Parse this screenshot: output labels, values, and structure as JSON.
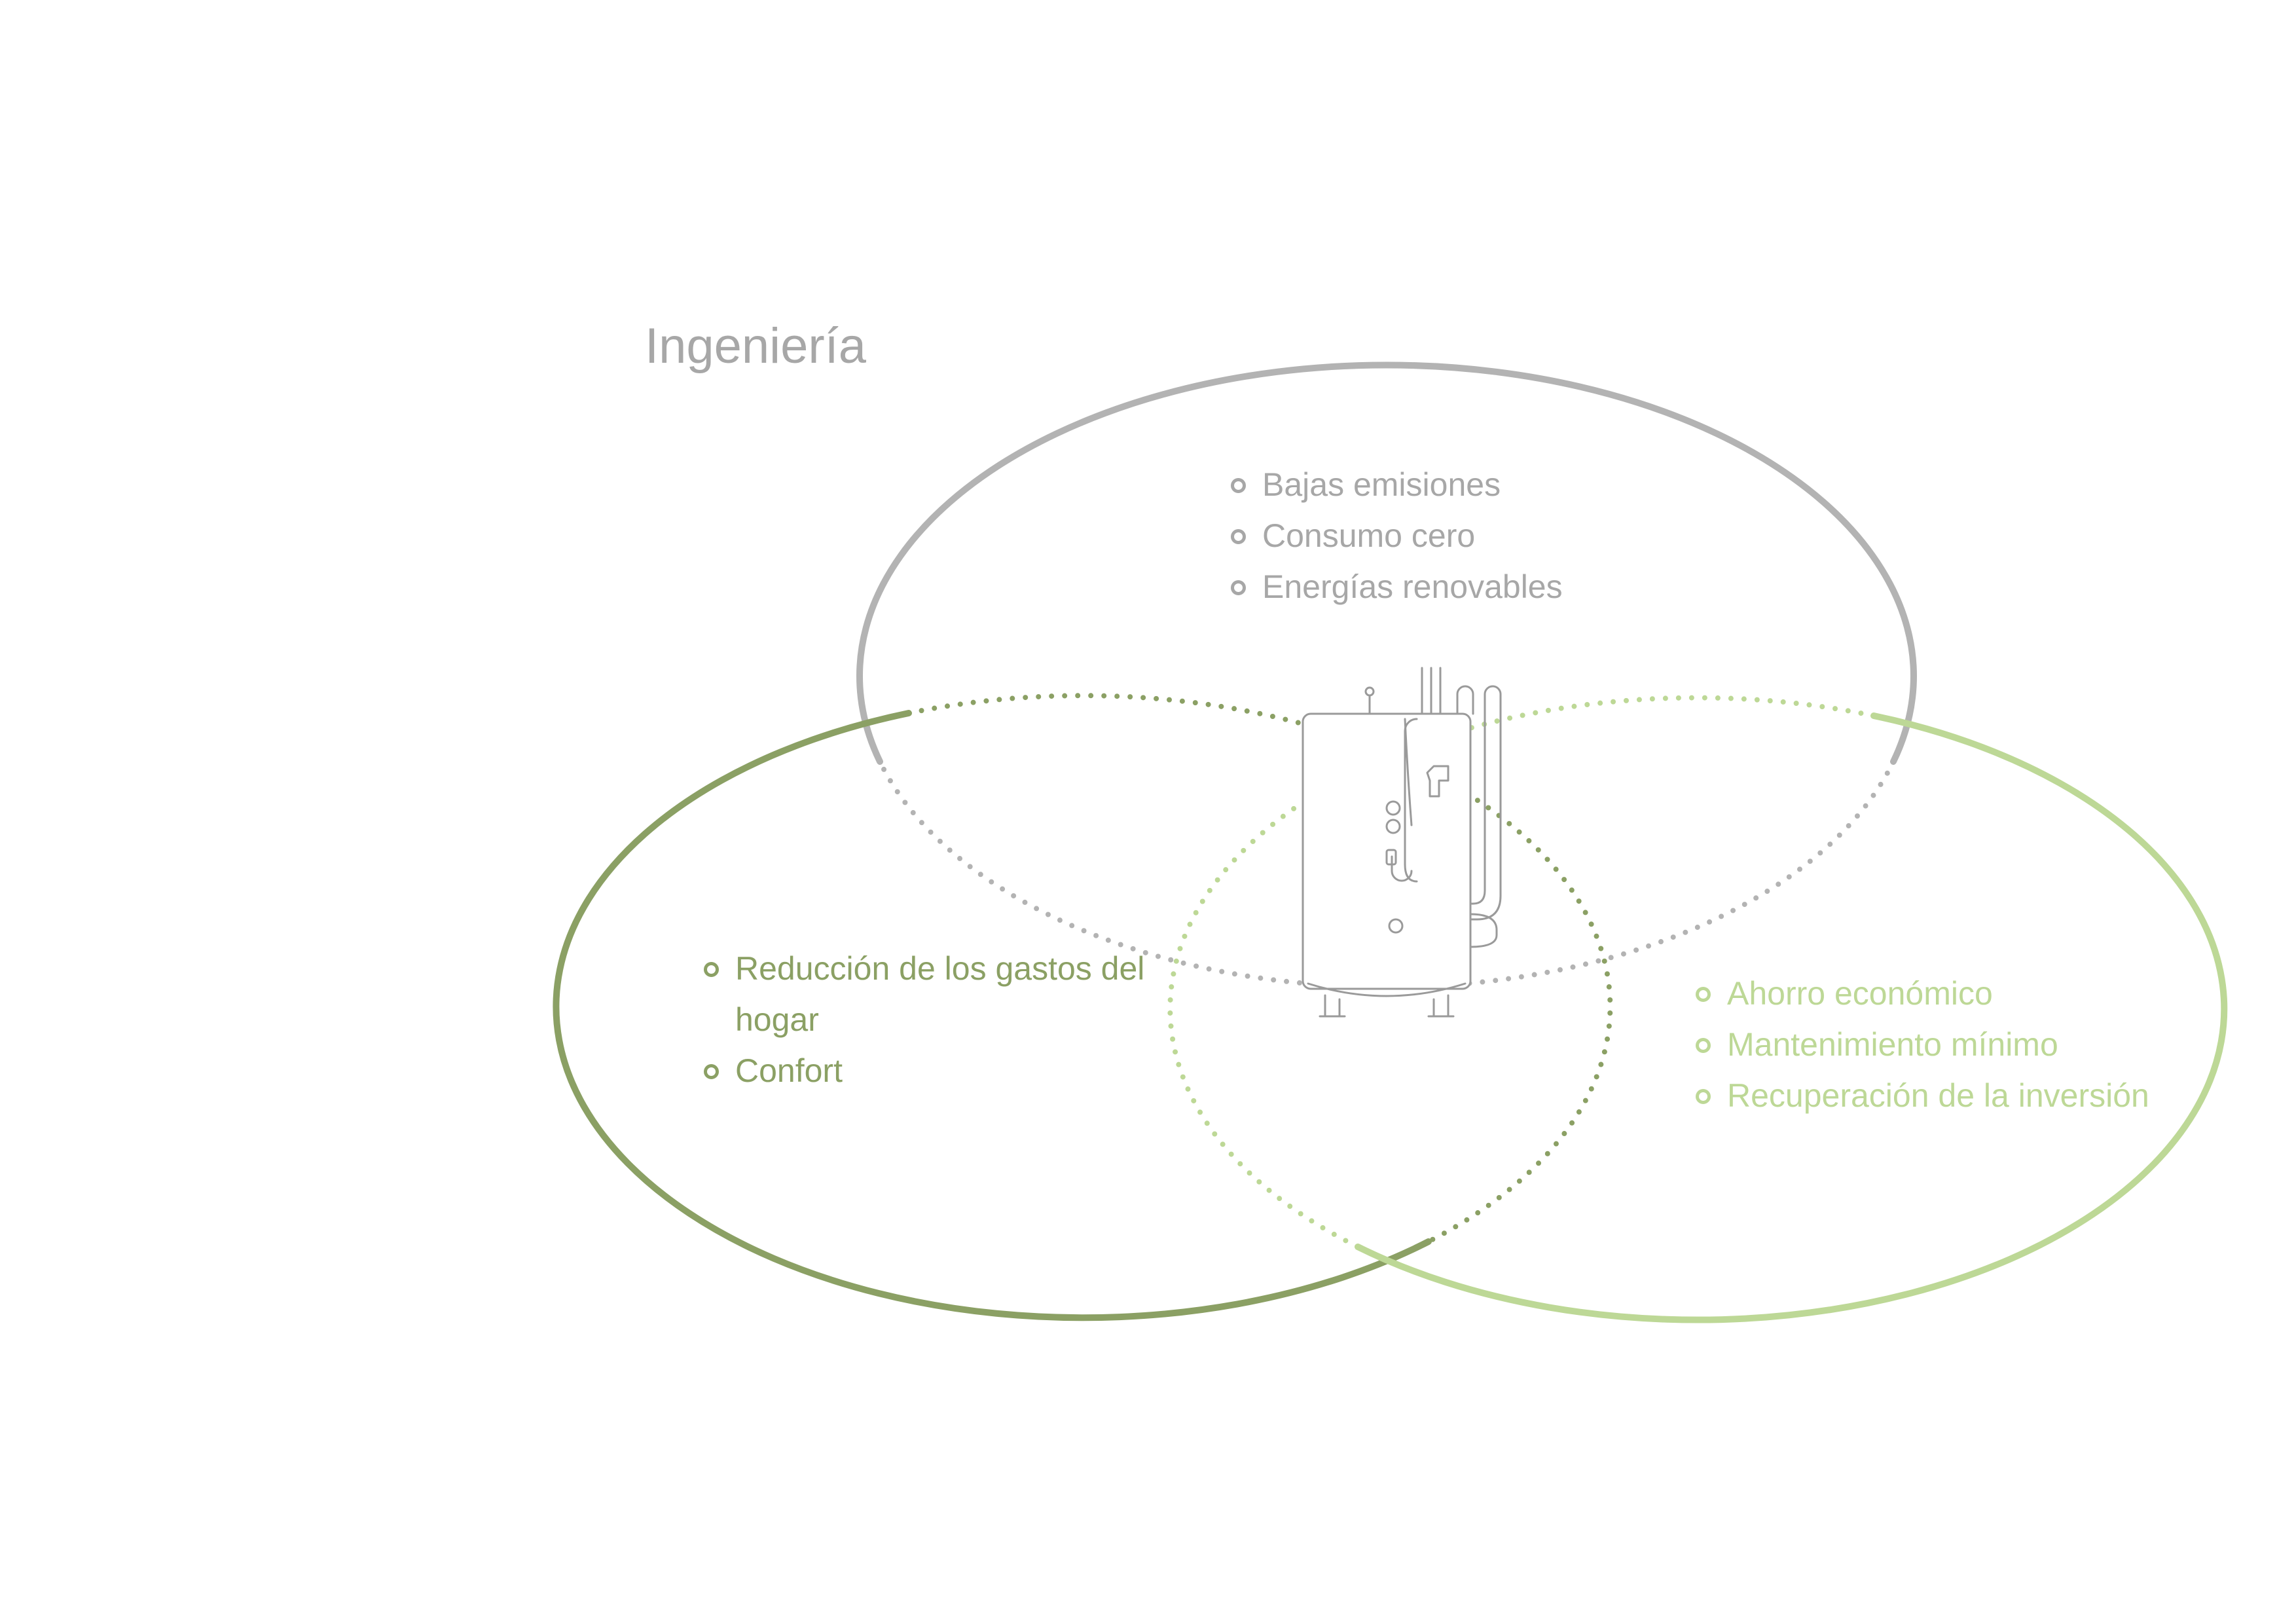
{
  "colors": {
    "ingenieria": "#b3b3b3",
    "usuario": "#8ba064",
    "economia": "#bdd896",
    "text_gray": "#a7a7a7",
    "device_stroke": "#9a9a9a"
  },
  "sets": {
    "ingenieria": {
      "label": "Ingeniería",
      "items": [
        "Bajas emisiones",
        "Consumo cero",
        "Energías renovables"
      ]
    },
    "usuario": {
      "label": "",
      "items": [
        "Reducción de los gastos del hogar",
        "Confort"
      ]
    },
    "economia": {
      "label": "",
      "items": [
        "Ahorro económico",
        "Mantenimiento mínimo",
        "Recuperación de la inversión"
      ]
    }
  },
  "center_icon": "water-heater-icon"
}
